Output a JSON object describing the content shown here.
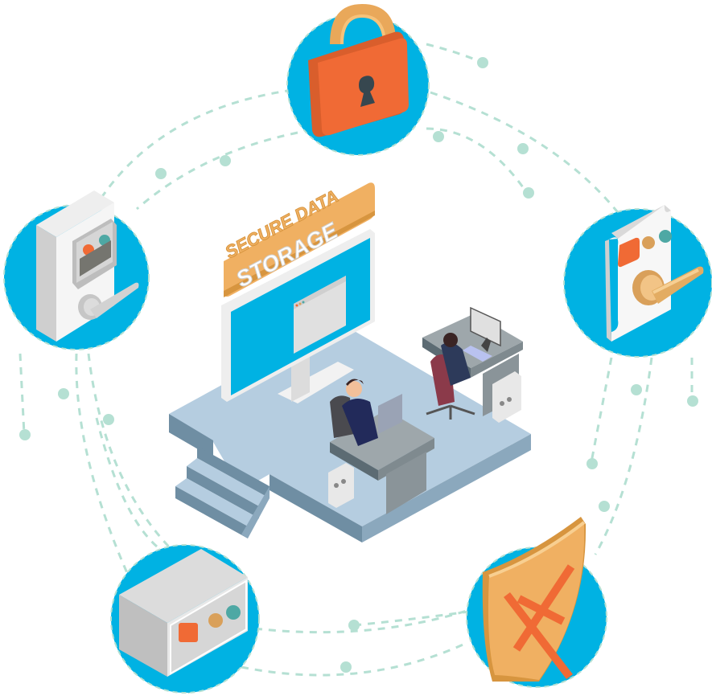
{
  "sign": {
    "line1": "SECURE DATA",
    "line2": "STORAGE"
  },
  "icons": [
    {
      "name": "padlock",
      "label": "Padlock"
    },
    {
      "name": "keypad-door-lock",
      "label": "Keypad door lock"
    },
    {
      "name": "door-handle-panel",
      "label": "Door handle panel"
    },
    {
      "name": "safe-box",
      "label": "Safe box"
    },
    {
      "name": "shield-x",
      "label": "Shield with X"
    }
  ],
  "colors": {
    "circle": "#00b2e3",
    "dashed": "#b5e0d3",
    "orange": "#f06a35",
    "gold": "#f0b062",
    "floor": "#b5cde0",
    "floor_side": "#6f8ea3",
    "teal": "#4ea8a4"
  }
}
